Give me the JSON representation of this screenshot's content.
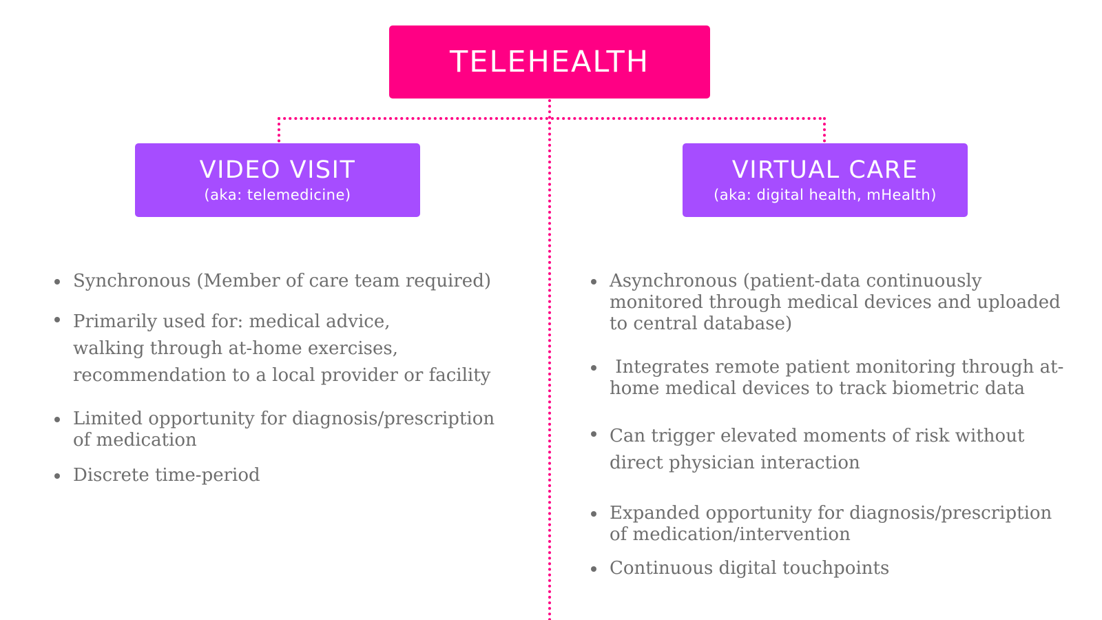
{
  "root": {
    "title": "TELEHEALTH"
  },
  "branches": [
    {
      "title": "VIDEO VISIT",
      "subtitle": "(aka: telemedicine)",
      "items": [
        [
          "Synchronous (Member of care team required)"
        ],
        [
          "Primarily used for: medical advice,",
          "walking through at-home exercises,",
          "recommendation to a local provider or facility"
        ],
        [
          "Limited opportunity for diagnosis/prescription",
          "of medication"
        ],
        [
          "Discrete time-period"
        ]
      ]
    },
    {
      "title": "VIRTUAL CARE",
      "subtitle": "(aka: digital health, mHealth)",
      "items": [
        [
          "Asynchronous (patient-data continuously",
          "monitored through medical devices and uploaded",
          "to central database)"
        ],
        [
          " Integrates remote patient monitoring through at-",
          "home medical devices to track biometric data"
        ],
        [
          "Can trigger elevated moments of risk without",
          "direct physician interaction"
        ],
        [
          "Expanded opportunity for diagnosis/prescription",
          "of medication/intervention"
        ],
        [
          "Continuous digital touchpoints"
        ]
      ]
    }
  ],
  "colors": {
    "root": "#ff0084",
    "branch": "#a64dff",
    "connector": "#ff0084",
    "text": "#6e6e6e"
  }
}
